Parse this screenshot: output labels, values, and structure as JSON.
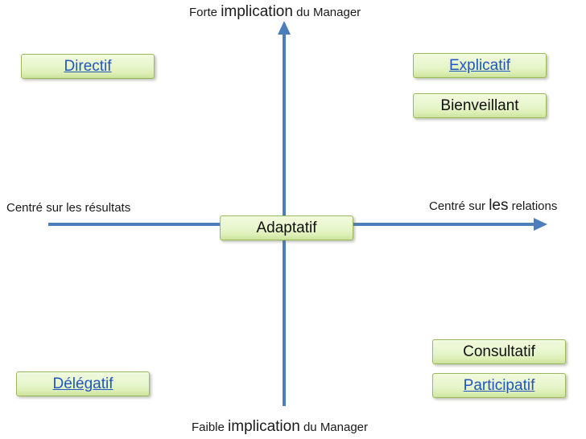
{
  "diagram": {
    "title_top": {
      "pre": "Forte ",
      "emph": "implication",
      "post": " du Manager"
    },
    "title_bottom": {
      "pre": "Faible ",
      "emph": "implication",
      "post": " du Manager"
    },
    "axis_left": {
      "pre": "Centré sur les résultats",
      "emph": "",
      "post": ""
    },
    "axis_right": {
      "pre": "Centré sur ",
      "emph": "les",
      "post": " relations"
    },
    "boxes": [
      {
        "label": "Directif",
        "style": "link"
      },
      {
        "label": "Explicatif",
        "style": "link"
      },
      {
        "label": "Bienveillant",
        "style": "plain"
      },
      {
        "label": "Adaptatif",
        "style": "plain"
      },
      {
        "label": "Consultatif",
        "style": "plain"
      },
      {
        "label": "Participatif",
        "style": "link"
      },
      {
        "label": "Délégatif",
        "style": "link"
      }
    ],
    "colors": {
      "axis_blue": "#4c7ebb",
      "box_border_green": "#9cb85c",
      "box_fill_light": "#f1fade",
      "box_fill_dark": "#cce29c",
      "link_blue": "#2056c0",
      "text_black": "#1a1a1a"
    }
  }
}
